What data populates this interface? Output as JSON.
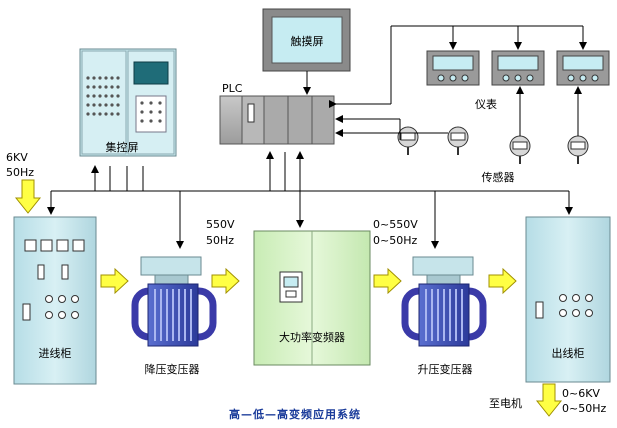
{
  "labels": {
    "touchscreen": "触摸屏",
    "plc": "PLC",
    "instruments": "仪表",
    "sensors": "传感器",
    "control_cabinet": "集控屏",
    "input_voltage": "6KV",
    "input_freq": "50Hz",
    "mid_voltage": "550V",
    "mid_freq": "50Hz",
    "out_voltage": "0~550V",
    "out_freq": "0~50Hz",
    "incoming_cabinet": "进线柜",
    "step_down": "降压变压器",
    "inverter": "大功率变频器",
    "step_up": "升压变压器",
    "outgoing_cabinet": "出线柜",
    "to_motor": "至电机",
    "motor_voltage": "0~6KV",
    "motor_freq": "0~50Hz",
    "caption": "高—低—高变频应用系统"
  },
  "colors": {
    "cabinet": "#c8e8ee",
    "cabinet_dark": "#a8d4dc",
    "inverter": "#d6f2c6",
    "screen_frame": "#7c7c7c",
    "screen_face": "#bfe7ee",
    "transformer": "#3a3aa8",
    "arrow_yellow": "#ffff44",
    "arrow_stroke": "#b0a000",
    "caption": "#1a3b9a"
  }
}
